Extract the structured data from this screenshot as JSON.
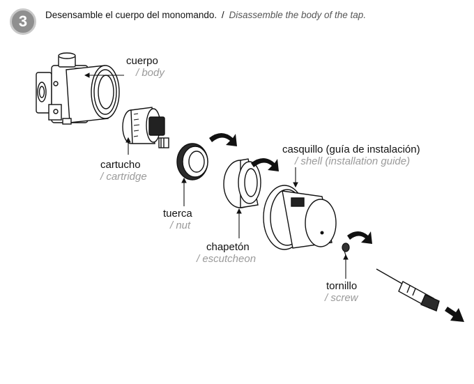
{
  "step": {
    "number": "3"
  },
  "instruction": {
    "es": "Desensamble el cuerpo del monomando.",
    "separator": "/",
    "en": "Disassemble the body of the tap."
  },
  "parts": {
    "body": {
      "es": "cuerpo",
      "en": "/ body"
    },
    "cartridge": {
      "es": "cartucho",
      "en": "/ cartridge"
    },
    "nut": {
      "es": "tuerca",
      "en": "/ nut"
    },
    "escutcheon": {
      "es": "chapetón",
      "en": "/ escutcheon"
    },
    "shell": {
      "es": "casquillo (guía de instalación)",
      "en": "/ shell (installation guide)"
    },
    "screw": {
      "es": "tornillo",
      "en": "/ screw"
    }
  },
  "colors": {
    "badge": "#8f8f8f",
    "badge_ring": "#c9c9c9",
    "label_en": "#9a9a9a",
    "ink": "#111111"
  },
  "icons": [
    "rotation-arrow-icon",
    "exit-arrow-icon",
    "screwdriver-icon"
  ]
}
